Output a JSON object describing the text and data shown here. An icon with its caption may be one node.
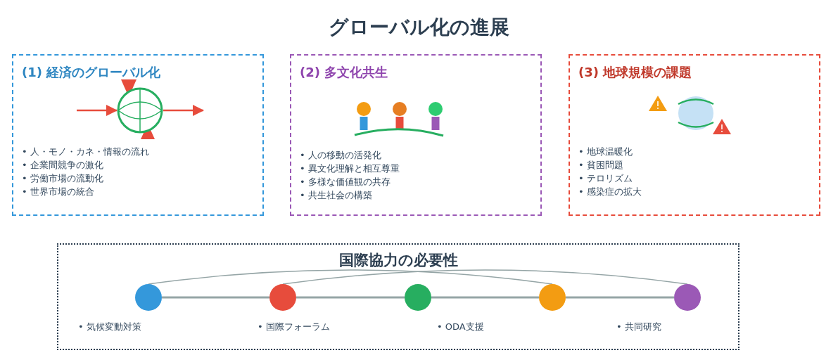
{
  "diagram": {
    "title": "グローバル化の進展",
    "nodes": [
      {
        "text": [
          "(1) 経済のグローバル化",
          "• 人・モノ・カネ・情報の流れ",
          "• 企業間競争の激化",
          "• 労働市場の流動化",
          "• 世界市場の統合"
        ]
      },
      {
        "text": [],
        "shape": "circle",
        "in": 0
      },
      {
        "text": [
          "(2) 多文化共生",
          "• 人の移動の活発化",
          "• 異文化理解と相互尊重",
          "• 多様な価値観の共存",
          "• 共生社会の構築"
        ]
      },
      {
        "text": [
          "(3) 地球規模の課題",
          "• 地球温暖化",
          "• 貧困問題",
          "• テロリズム",
          "• 感染症の拡大"
        ]
      },
      {
        "text": [
          "国際協力の必要性",
          "• 気候変動対策",
          "• 国際フォーラム",
          "• ODA支援",
          "• 共同研究"
        ]
      },
      {
        "text": [],
        "shape": "circle",
        "in": 4
      },
      {
        "text": [],
        "shape": "circle",
        "in": 4
      },
      {
        "text": [],
        "shape": "circle",
        "in": 4
      },
      {
        "text": [],
        "shape": "circle",
        "in": 4
      },
      {
        "text": [],
        "shape": "circle",
        "in": 4
      }
    ],
    "edges": [
      {
        "from": null,
        "to": 1,
        "arrow": "to",
        "color": "#e74c3c"
      },
      {
        "from": 1,
        "to": null,
        "arrow": "to",
        "color": "#e74c3c"
      },
      {
        "from": 5,
        "to": 6,
        "arrow": "none"
      },
      {
        "from": 6,
        "to": 7,
        "arrow": "none"
      },
      {
        "from": 7,
        "to": 8,
        "arrow": "none"
      },
      {
        "from": 8,
        "to": 9,
        "arrow": "none"
      },
      {
        "from": 5,
        "to": 8,
        "arrow": "none"
      },
      {
        "from": 6,
        "to": 9,
        "arrow": "none"
      }
    ]
  }
}
